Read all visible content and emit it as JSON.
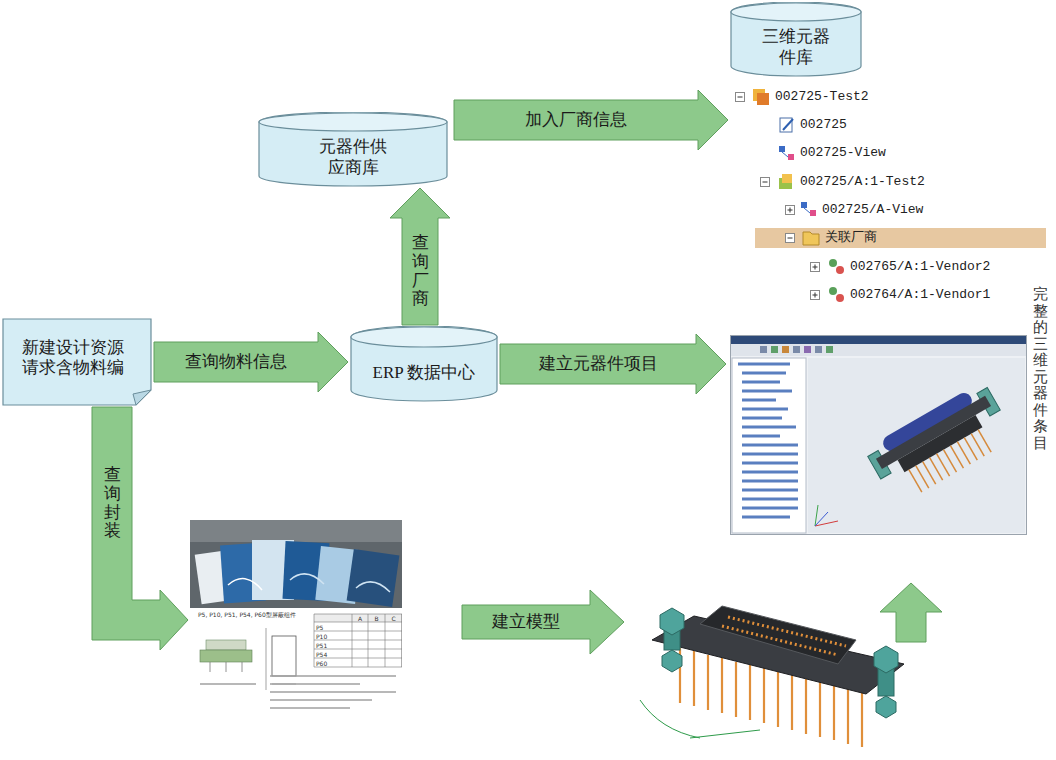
{
  "diagram": {
    "nodes": [
      {
        "text": [
          "三维元器件库"
        ]
      },
      {
        "text": [
          "002725-Test2",
          "002725",
          "002725-View",
          "002725/A:1-Test2",
          "002725/A-View",
          "关联厂商",
          "002765/A:1-Vendor2",
          "002764/A:1-Vendor1"
        ]
      },
      {
        "text": [
          "元器件供应商库"
        ]
      },
      {
        "text": [
          "新建设计资源请求含物料编"
        ]
      },
      {
        "text": [
          "ERP 数据中心"
        ]
      },
      {
        "text": [
          "完整的三维元器件条目"
        ]
      },
      {
        "text": [
          "P5, P10, P51, P54, P60型屏蔽组件",
          "A",
          "B",
          "C",
          "P5",
          "P10",
          "P51",
          "P54",
          "P60"
        ]
      }
    ],
    "edges": [
      {
        "from": 3,
        "to": 4,
        "arrow": "to",
        "label": "查询物料信息"
      },
      {
        "from": 4,
        "to": 5,
        "arrow": "to",
        "label": "建立元器件项目"
      },
      {
        "from": 4,
        "to": 2,
        "arrow": "to",
        "label": "查询厂商"
      },
      {
        "from": 2,
        "to": 1,
        "arrow": "to",
        "label": "加入厂商信息"
      },
      {
        "from": 3,
        "to": 6,
        "arrow": "to",
        "label": "查询封装"
      }
    ],
    "labels": [
      "建立模型"
    ]
  }
}
